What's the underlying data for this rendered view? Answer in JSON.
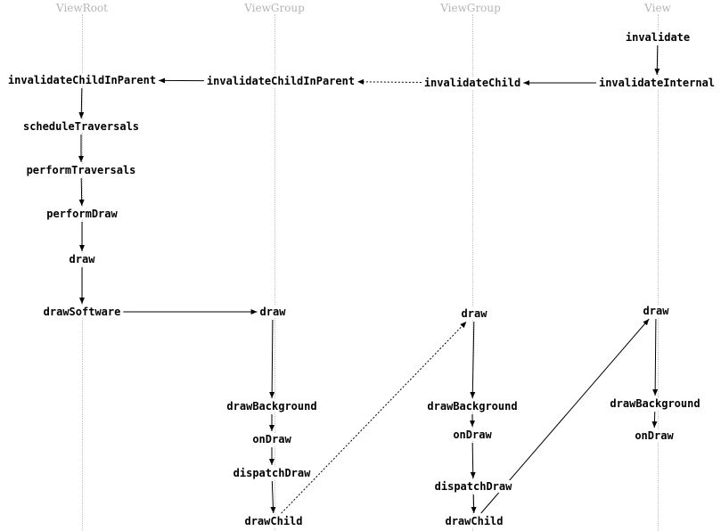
{
  "lanes": [
    "ViewRoot",
    "ViewGroup",
    "ViewGroup",
    "View"
  ],
  "nodes": {
    "view_invalidate": "invalidate",
    "view_invalidate_internal": "invalidateInternal",
    "vg2_invalidate_child": "invalidateChild",
    "vg1_invalidate_child_in_parent": "invalidateChildInParent",
    "root_invalidate_child_in_parent": "invalidateChildInParent",
    "root_schedule_traversals": "scheduleTraversals",
    "root_perform_traversals": "performTraversals",
    "root_perform_draw": "performDraw",
    "root_draw": "draw",
    "root_draw_software": "drawSoftware",
    "vg1_draw": "draw",
    "vg1_draw_background": "drawBackground",
    "vg1_on_draw": "onDraw",
    "vg1_dispatch_draw": "dispatchDraw",
    "vg1_draw_child": "drawChild",
    "vg2_draw": "draw",
    "vg2_draw_background": "drawBackground",
    "vg2_on_draw": "onDraw",
    "vg2_dispatch_draw": "dispatchDraw",
    "vg2_draw_child": "drawChild",
    "view_draw": "draw",
    "view_draw_background": "drawBackground",
    "view_on_draw": "onDraw"
  },
  "edges": [
    {
      "from": "view_invalidate",
      "to": "view_invalidate_internal",
      "style": "solid"
    },
    {
      "from": "view_invalidate_internal",
      "to": "vg2_invalidate_child",
      "style": "solid"
    },
    {
      "from": "vg2_invalidate_child",
      "to": "vg1_invalidate_child_in_parent",
      "style": "dashed"
    },
    {
      "from": "vg1_invalidate_child_in_parent",
      "to": "root_invalidate_child_in_parent",
      "style": "solid"
    },
    {
      "from": "root_invalidate_child_in_parent",
      "to": "root_schedule_traversals",
      "style": "solid"
    },
    {
      "from": "root_schedule_traversals",
      "to": "root_perform_traversals",
      "style": "solid"
    },
    {
      "from": "root_perform_traversals",
      "to": "root_perform_draw",
      "style": "solid"
    },
    {
      "from": "root_perform_draw",
      "to": "root_draw",
      "style": "solid"
    },
    {
      "from": "root_draw",
      "to": "root_draw_software",
      "style": "solid"
    },
    {
      "from": "root_draw_software",
      "to": "vg1_draw",
      "style": "solid"
    },
    {
      "from": "vg1_draw",
      "to": "vg1_draw_background",
      "style": "solid"
    },
    {
      "from": "vg1_draw_background",
      "to": "vg1_on_draw",
      "style": "solid"
    },
    {
      "from": "vg1_on_draw",
      "to": "vg1_dispatch_draw",
      "style": "solid"
    },
    {
      "from": "vg1_dispatch_draw",
      "to": "vg1_draw_child",
      "style": "solid"
    },
    {
      "from": "vg1_draw_child",
      "to": "vg2_draw",
      "style": "dashed"
    },
    {
      "from": "vg2_draw",
      "to": "vg2_draw_background",
      "style": "solid"
    },
    {
      "from": "vg2_draw_background",
      "to": "vg2_on_draw",
      "style": "solid"
    },
    {
      "from": "vg2_on_draw",
      "to": "vg2_dispatch_draw",
      "style": "solid"
    },
    {
      "from": "vg2_dispatch_draw",
      "to": "vg2_draw_child",
      "style": "solid"
    },
    {
      "from": "vg2_draw_child",
      "to": "view_draw",
      "style": "solid"
    },
    {
      "from": "view_draw",
      "to": "view_draw_background",
      "style": "solid"
    },
    {
      "from": "view_draw_background",
      "to": "view_on_draw",
      "style": "solid"
    }
  ]
}
